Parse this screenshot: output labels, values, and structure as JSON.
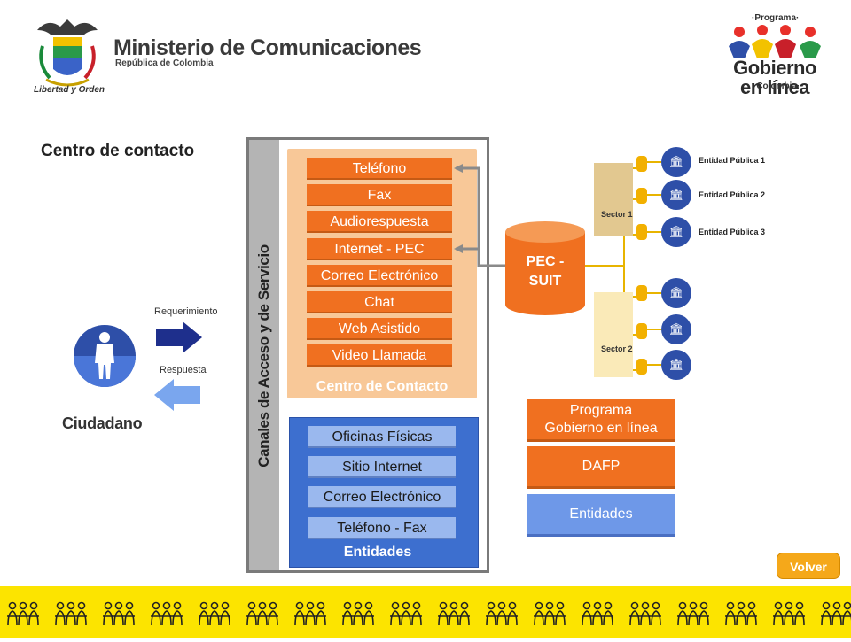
{
  "header": {
    "ministry_title": "Ministerio de Comunicaciones",
    "ministry_subtitle": "República de Colombia",
    "crest_motto": "Libertad y Orden",
    "program_top": "·Programa·",
    "program_name": "Gobierno en línea",
    "program_country": "·Colombia·"
  },
  "section_title": "Centro de contacto",
  "citizen": {
    "label": "Ciudadano",
    "request_label": "Requerimiento",
    "response_label": "Respuesta"
  },
  "channels": {
    "vertical_title": "Canales de Acceso y de Servicio",
    "contact_center": {
      "items": [
        "Teléfono",
        "Fax",
        "Audiorespuesta",
        "Internet - PEC",
        "Correo Electrónico",
        "Chat",
        "Web Asistido",
        "Video Llamada"
      ],
      "caption": "Centro de Contacto"
    },
    "entities": {
      "items": [
        "Oficinas Físicas",
        "Sitio Internet",
        "Correo Electrónico",
        "Teléfono - Fax"
      ],
      "caption": "Entidades"
    }
  },
  "pec": {
    "line1": "PEC -",
    "line2": "SUIT"
  },
  "sectors": {
    "sector1": "Sector 1",
    "sector2": "Sector 2",
    "entities": [
      "Entidad Pública 1",
      "Entidad Pública 2",
      "Entidad Pública 3"
    ]
  },
  "legend": {
    "program_line1": "Programa",
    "program_line2": "Gobierno en línea",
    "dafp": "DAFP",
    "entidades": "Entidades"
  },
  "volver": "Volver",
  "colors": {
    "orange": "#f07020",
    "light_orange": "#f8c898",
    "blue": "#3d6fcf",
    "light_blue": "#9ab8ee",
    "yellow": "#fce400",
    "navy": "#2e4fa8"
  }
}
